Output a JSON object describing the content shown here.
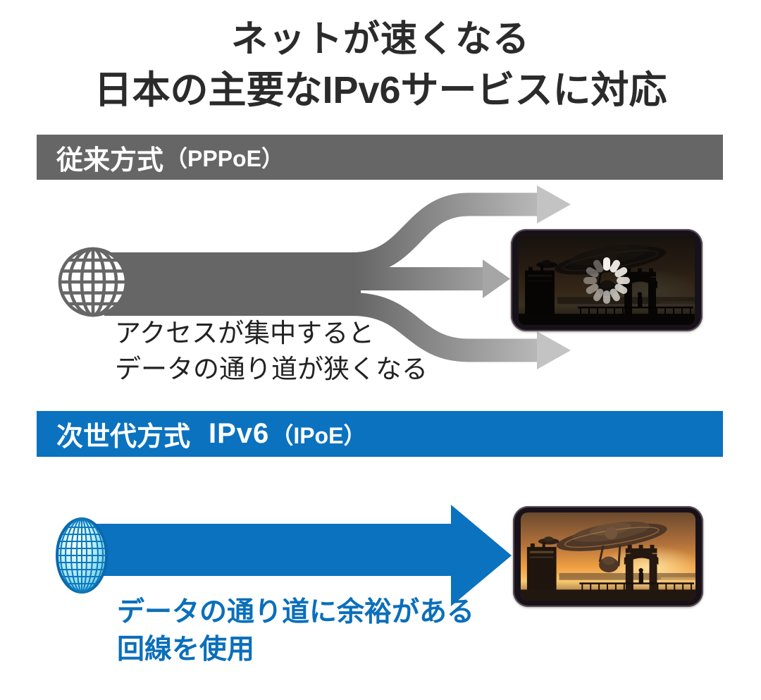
{
  "title": {
    "line1": "ネットが速くなる",
    "line2": "日本の主要なIPv6サービスに対応"
  },
  "pppoe": {
    "header_label": "従来方式",
    "header_paren": "（PPPoE）",
    "caption_line1": "アクセスが集中すると",
    "caption_line2": "データの通り道が狭くなる"
  },
  "ipoe": {
    "header_label": "次世代方式",
    "header_protocol": "IPv6",
    "header_paren": "（IPoE）",
    "caption_line1": "データの通り道に余裕がある",
    "caption_line2": "回線を使用"
  },
  "colors": {
    "section_bar_gray": "#666667",
    "pipe_gray": "#666667",
    "arrow_gray_light": "#c6c6c6",
    "accent_blue": "#0b72bf",
    "caption_blue": "#0b6fba",
    "title_text": "#2b2b2b"
  },
  "icons": [
    {
      "name": "globe-gray-icon",
      "meaning": "internet (congested PPPoE)"
    },
    {
      "name": "globe-blue-icon",
      "meaning": "internet (IPv6 IPoE)"
    },
    {
      "name": "split-arrows-icon",
      "meaning": "bandwidth splitting into narrow paths"
    },
    {
      "name": "wide-arrow-icon",
      "meaning": "wide uncongested data path"
    },
    {
      "name": "loading-spinner-icon",
      "meaning": "video buffering"
    }
  ]
}
